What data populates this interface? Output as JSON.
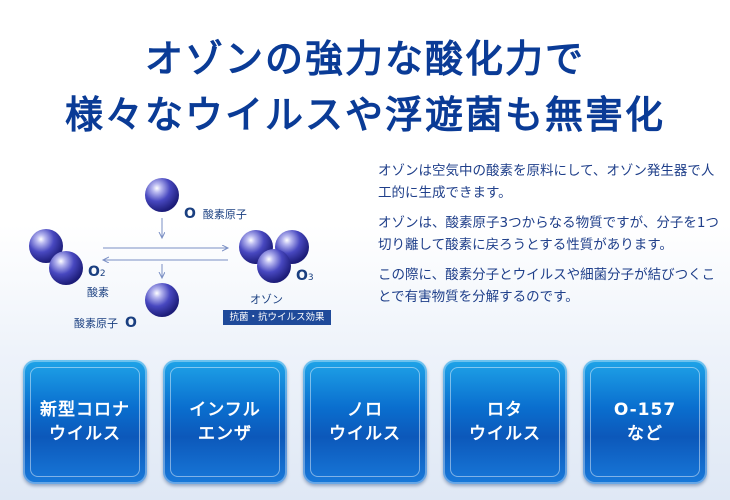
{
  "headline": {
    "line1": "オゾンの強力な酸化力で",
    "line2": "様々なウイルスや浮遊菌も無害化"
  },
  "diagram": {
    "oxygen_atom_top": {
      "symbol": "O",
      "label": "酸素原子"
    },
    "o2": {
      "symbol": "O",
      "subscript": "2",
      "label": "酸素"
    },
    "oxygen_atom_bottom": {
      "label": "酸素原子",
      "symbol": "O"
    },
    "o3": {
      "symbol": "O",
      "subscript": "3",
      "label": "オゾン"
    },
    "badge": "抗菌・抗ウイルス効果",
    "colors": {
      "sphere": "#3a3ab0",
      "arrow": "#7a8fc4",
      "badge": "#1f4a9a"
    }
  },
  "paragraphs": [
    "オゾンは空気中の酸素を原料にして、オゾン発生器で人工的に生成できます。",
    "オゾンは、酸素原子3つからなる物質ですが、分子を1つ切り離して酸素に戻ろうとする性質があります。",
    "この際に、酸素分子とウイルスや細菌分子が結びつくことで有害物質を分解するのです。"
  ],
  "cards": [
    {
      "label": "新型コロナ\nウイルス"
    },
    {
      "label": "インフル\nエンザ"
    },
    {
      "label": "ノロ\nウイルス"
    },
    {
      "label": "ロタ\nウイルス"
    },
    {
      "label": "O-157\nなど"
    }
  ],
  "colors": {
    "heading": "#0a3b96",
    "body_text": "#1f3f8a",
    "card": "#0a6fcf"
  }
}
